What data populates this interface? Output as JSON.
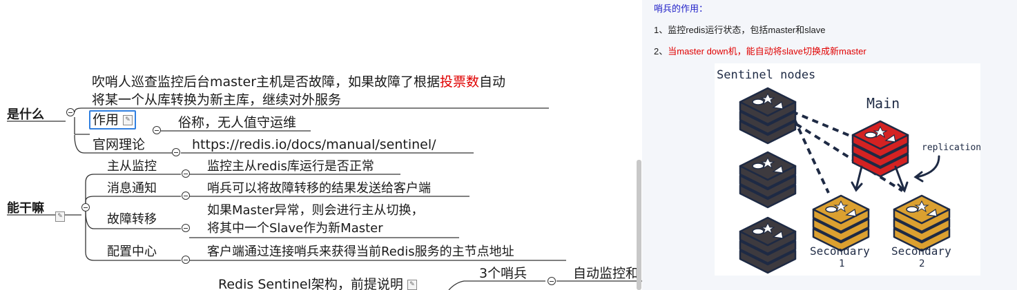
{
  "mindmap": {
    "node_shi_shenme": "是什么",
    "desc_line1_a": "吹哨人巡查监控后台master主机是否故障，如果故障了根据",
    "desc_line1_red": "投票数",
    "desc_line1_b": "自动",
    "desc_line2": "将某一个从库转换为新主库，继续对外服务",
    "node_zuoyong": "作用",
    "zuoyong_child": "俗称，无人值守运维",
    "node_guanwang": "官网理论",
    "guanwang_child": "https://redis.io/docs/manual/sentinel/",
    "node_neng_gansha": "能干嘛",
    "items": [
      {
        "label": "主从监控",
        "desc": "监控主从redis库运行是否正常"
      },
      {
        "label": "消息通知",
        "desc": "哨兵可以将故障转移的结果发送给客户端"
      },
      {
        "label": "故障转移",
        "desc_line1": "如果Master异常，则会进行主从切换，",
        "desc_line2": "将其中一个Slave作为新Master"
      },
      {
        "label": "配置中心",
        "desc": "客户端通过连接哨兵来获得当前Redis服务的主节点地址"
      }
    ],
    "architecture": "Redis Sentinel架构，前提说明",
    "arch_child1": "3个哨兵",
    "arch_child1_desc": "自动监控和",
    "note_icon": "note-icon"
  },
  "panel": {
    "heading": "哨兵的作用：",
    "line1": "1、监控redis运行状态，包括master和slave",
    "line2_prefix": "2、",
    "line2_red": "当master down机，能自动将slave切换成新master",
    "colors": {
      "heading": "#2020c8",
      "red": "#e00000",
      "panel_bg": "#f4f6fa"
    }
  },
  "figure": {
    "sentinel_label": "Sentinel nodes",
    "main_label": "Main",
    "replication_label": "replication",
    "secondary1_label": "Secondary",
    "secondary1_num": "1",
    "secondary2_label": "Secondary",
    "secondary2_num": "2",
    "colors": {
      "sentinel": "#3d3a3f",
      "main": "#d42222",
      "secondary": "#dba030",
      "line": "#1e2a44"
    }
  }
}
